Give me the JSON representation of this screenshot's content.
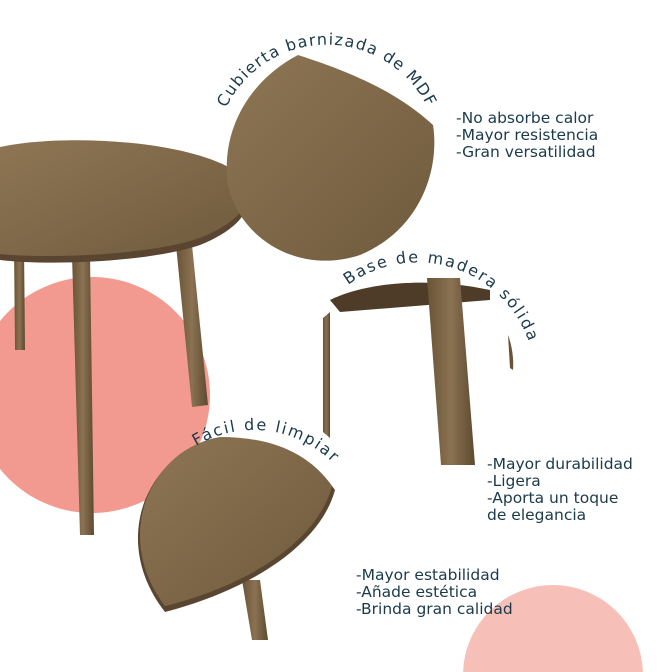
{
  "colors": {
    "text": "#1b3a4b",
    "accent_pink": "#f29a90",
    "accent_pink_light": "#f6c0b8",
    "wood": "#7d6646",
    "wood_dark": "#5a4630"
  },
  "features": [
    {
      "title": "Cubierta barnizada de MDF",
      "bullets": [
        "-No absorbe calor",
        "-Mayor resistencia",
        "-Gran versatilidad"
      ]
    },
    {
      "title": "Base de madera sólida",
      "bullets": [
        "-Mayor durabilidad",
        "-Ligera",
        "-Aporta un toque",
        "de elegancia"
      ]
    },
    {
      "title": "Fácil de limpiar",
      "bullets": [
        "-Mayor estabilidad",
        "-Añade estética",
        "-Brinda gran calidad"
      ]
    }
  ]
}
